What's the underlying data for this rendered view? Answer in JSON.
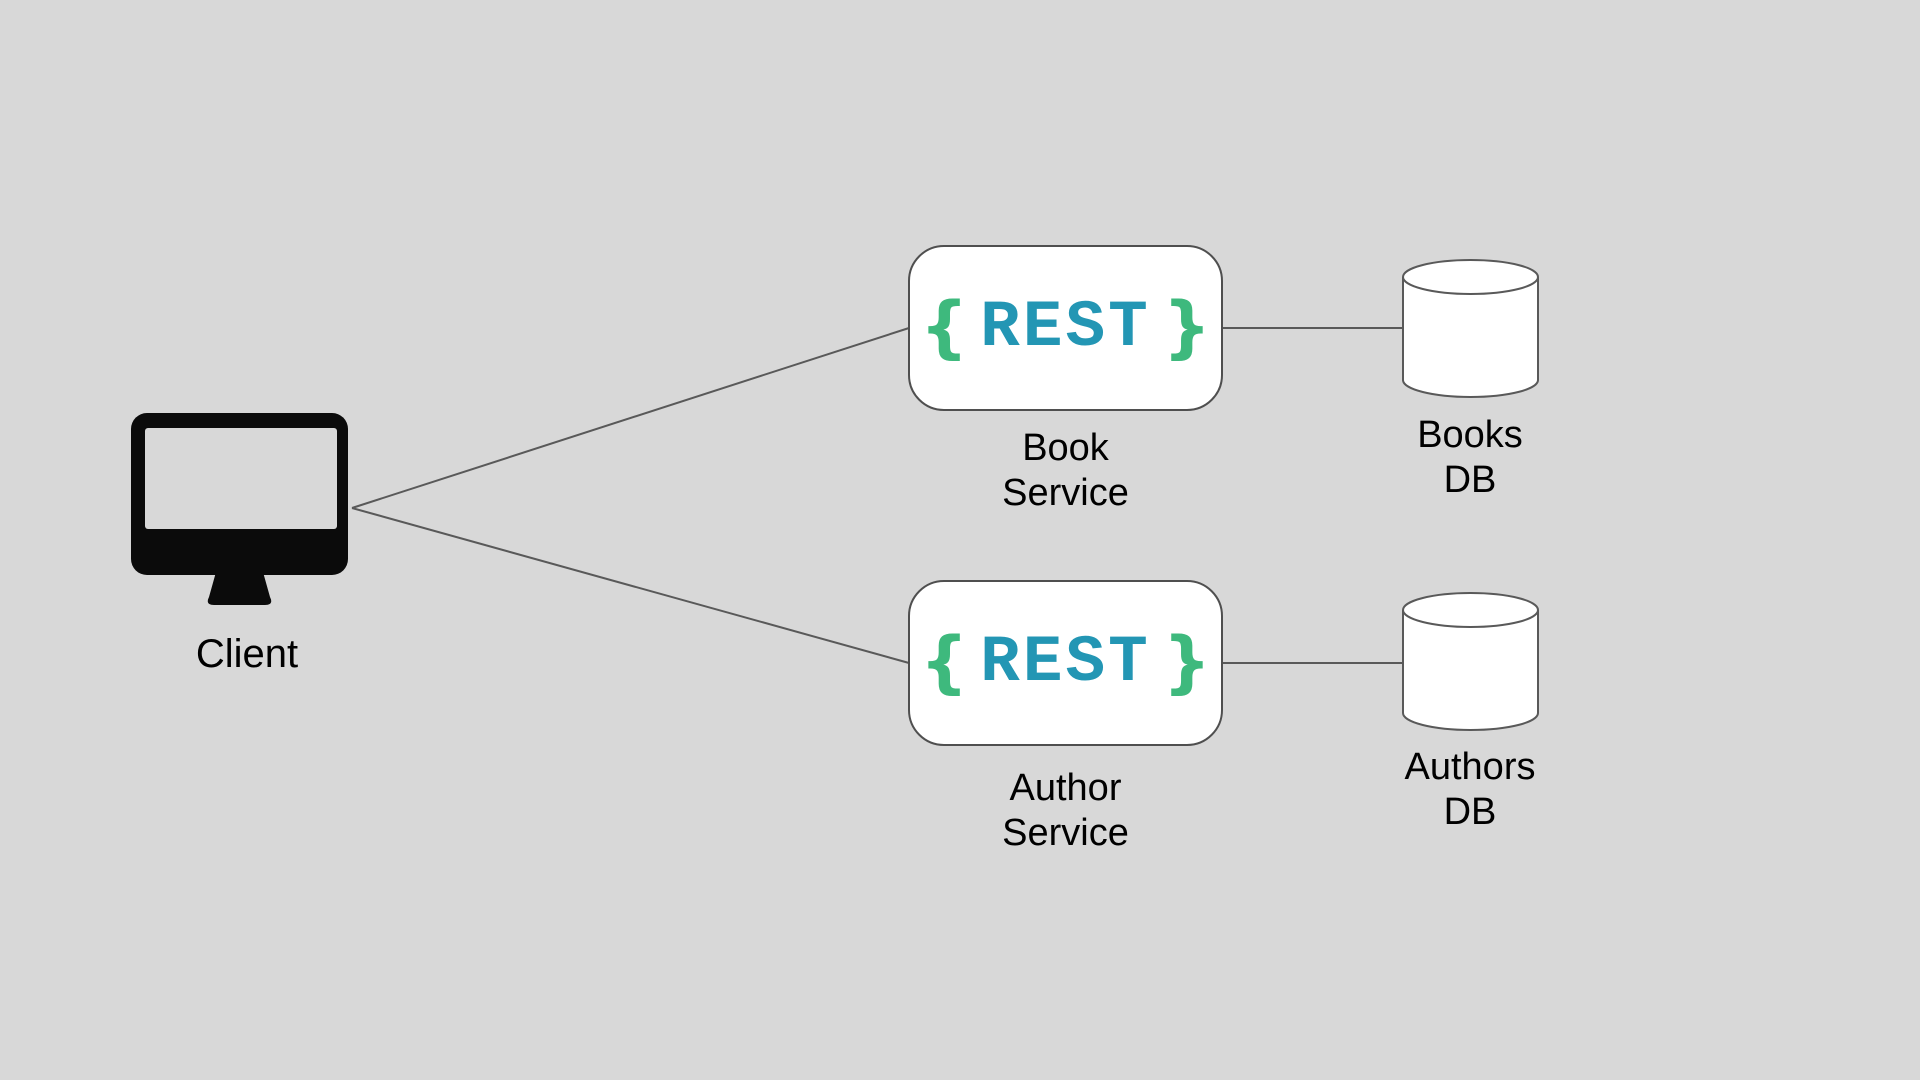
{
  "diagram": {
    "background_color": "#d8d8d8",
    "colors": {
      "rest_text": "#2396b4",
      "brace_green": "#3eb97d",
      "connector_gray": "#595959",
      "shape_fill": "#ffffff",
      "shape_border": "#4f4f4f",
      "label_text": "#000000",
      "client_icon": "#0b0b0b"
    },
    "client": {
      "label": "Client",
      "icon": "desktop-monitor-icon"
    },
    "services": [
      {
        "id": "book-service",
        "logo": {
          "open_brace": "{",
          "text": "REST",
          "close_brace": "}"
        },
        "label_lines": [
          "Book",
          "Service"
        ]
      },
      {
        "id": "author-service",
        "logo": {
          "open_brace": "{",
          "text": "REST",
          "close_brace": "}"
        },
        "label_lines": [
          "Author",
          "Service"
        ]
      }
    ],
    "databases": [
      {
        "id": "books-db",
        "icon": "database-cylinder-icon",
        "label_lines": [
          "Books",
          "DB"
        ]
      },
      {
        "id": "authors-db",
        "icon": "database-cylinder-icon",
        "label_lines": [
          "Authors",
          "DB"
        ]
      }
    ],
    "connections": [
      {
        "from": "client",
        "to": "book-service"
      },
      {
        "from": "client",
        "to": "author-service"
      },
      {
        "from": "book-service",
        "to": "books-db"
      },
      {
        "from": "author-service",
        "to": "authors-db"
      }
    ]
  }
}
